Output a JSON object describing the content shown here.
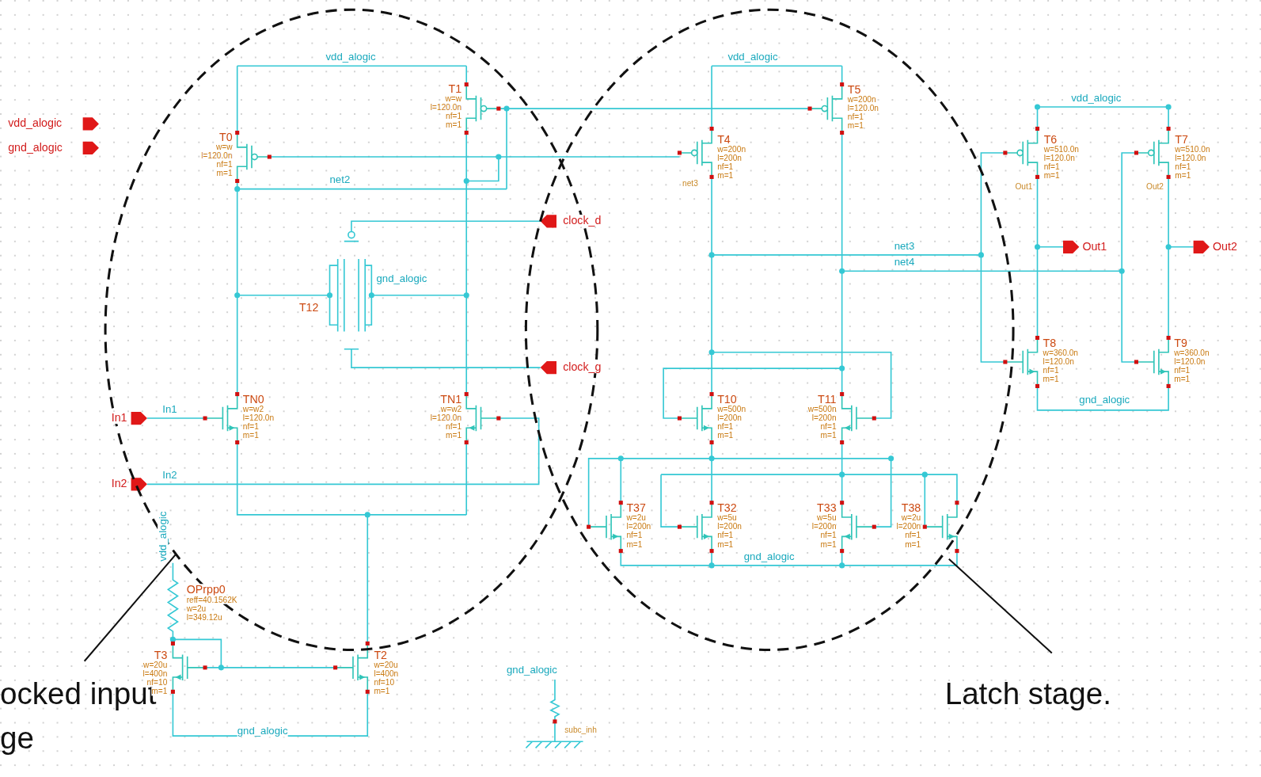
{
  "diagram": {
    "nodes": [
      {
        "text": [
          "ocked input ge"
        ]
      },
      {
        "text": [
          "Latch stage."
        ]
      }
    ],
    "labels": [
      "vdd_alogic",
      "gnd_alogic",
      "vdd_alogic",
      "T0",
      "w=w",
      "l=120.0n",
      "nf=1",
      "m=1",
      "T1",
      "w=w",
      "l=120.0n",
      "nf=1",
      "m=1",
      "net2",
      "T12",
      "gnd_alogic",
      "clock_d",
      "clock_g",
      "In1",
      "In1",
      "TN0",
      "w=w2",
      "l=120.0n",
      "nf=1",
      "m=1",
      "In2",
      "In2",
      "TN1",
      "w=w2",
      "l=120.0n",
      "nf=1",
      "m=1",
      "OPrpp0",
      "reff=40.1562K",
      "w=2u",
      "l=349.12u",
      "vdd_alogic",
      "T3",
      "w=20u",
      "l=400n",
      "nf=10",
      "m=1",
      "T2",
      "w=20u",
      "l=400n",
      "nf=10",
      "m=1",
      "gnd_alogic",
      "gnd_alogic",
      "subc_inh",
      "vdd_alogic",
      "T4",
      "w=200n",
      "l=200n",
      "nf=1",
      "m=1",
      "net3",
      "T5",
      "w=200n",
      "l=120.0n",
      "nf=1",
      "m=1",
      "net3",
      "net4",
      "vdd_alogic",
      "T6",
      "w=510.0n",
      "l=120.0n",
      "nf=1",
      "m=1",
      "T7",
      "w=510.0n",
      "l=120.0n",
      "nf=1",
      "m=1",
      "Out1",
      "Out2",
      "Out1",
      "Out2",
      "T8",
      "w=360.0n",
      "l=120.0n",
      "nf=1",
      "m=1",
      "T9",
      "w=360.0n",
      "l=120.0n",
      "nf=1",
      "m=1",
      "gnd_alogic",
      "T10",
      "w=500n",
      "l=200n",
      "nf=1",
      "m=1",
      "T11",
      "w=500n",
      "l=200n",
      "nf=1",
      "m=1",
      "T37",
      "w=2u",
      "l=200n",
      "nf=1",
      "m=1",
      "T32",
      "w=5u",
      "l=200n",
      "nf=1",
      "m=1",
      "T33",
      "w=5u",
      "l=200n",
      "nf=1",
      "m=1",
      "T38",
      "w=2u",
      "l=200n",
      "nf=1",
      "m=1",
      "gnd_alogic"
    ]
  }
}
